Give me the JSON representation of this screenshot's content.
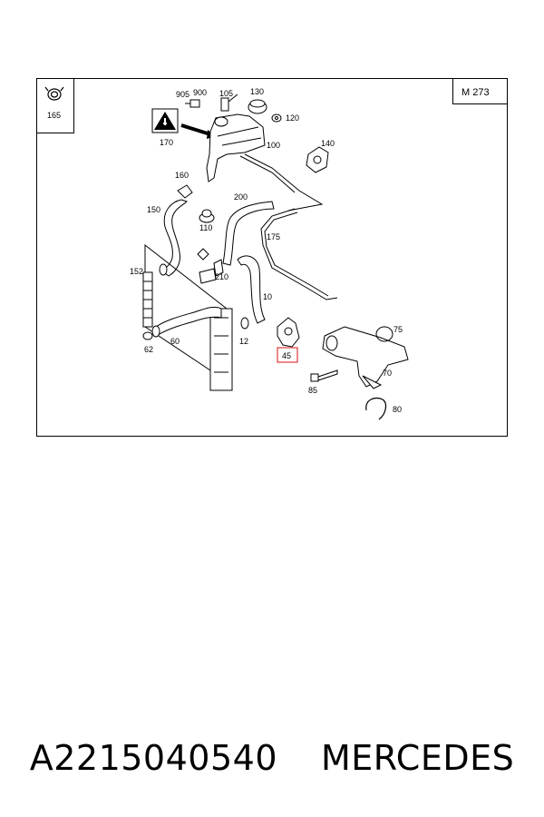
{
  "diagram": {
    "engine_label": "M 273",
    "inset_label": "165",
    "callouts": [
      "905",
      "900",
      "105",
      "130",
      "120",
      "170",
      "100",
      "140",
      "160",
      "150",
      "110",
      "200",
      "175",
      "152",
      "210",
      "10",
      "62",
      "60",
      "12",
      "45",
      "75",
      "70",
      "85",
      "80"
    ],
    "highlighted_callout": "45",
    "highlight_color": "#e03a3a"
  },
  "caption": {
    "part_number": "A2215040540",
    "brand": "MERCEDES"
  }
}
